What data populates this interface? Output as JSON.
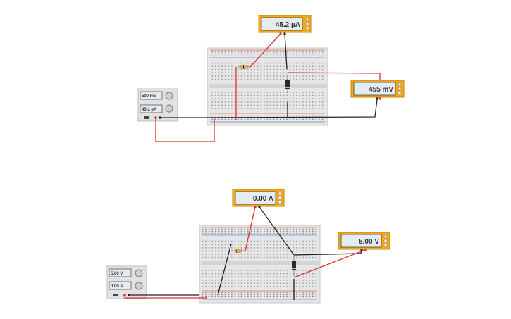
{
  "circuit1": {
    "ammeter_display": "45.2 µA",
    "voltmeter_display": "455 mV",
    "supply_voltage": "500 mV",
    "supply_current": "45.2 µA"
  },
  "circuit2": {
    "ammeter_display": "0.00 A",
    "voltmeter_display": "5.00 V",
    "supply_voltage": "5.00 V",
    "supply_current": "0.00 A"
  },
  "colors": {
    "meter_frame": "#f0a81e",
    "meter_screen": "#e4ecf0",
    "breadboard": "#e6e6e6",
    "wire_red": "#d93030",
    "wire_black": "#222222"
  },
  "icons": {
    "meter_terminal": "terminal-dot-icon",
    "supply_knob": "knob-icon"
  }
}
